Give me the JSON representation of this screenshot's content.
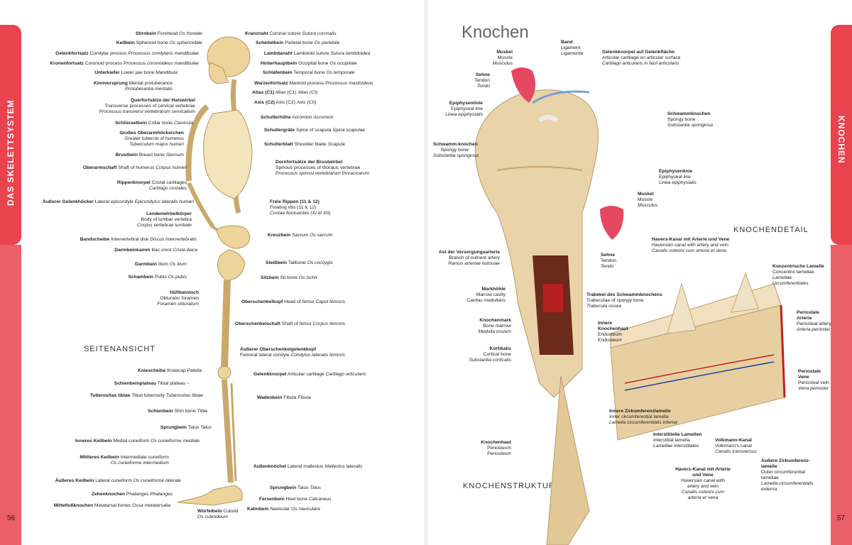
{
  "left_tab": "DAS SKELETTSYSTEM",
  "right_tab": "KNOCHEN",
  "page_left": "56",
  "page_right": "57",
  "heading": "Knochen",
  "seitenansicht": "SEITENANSICHT",
  "knochenstruktur": "KNOCHENSTRUKTUR",
  "knochendetail": "KNOCHENDETAIL",
  "skeleton_left": [
    {
      "b": "Stirnbein",
      "t": "Forehead",
      "i": "Os frontale"
    },
    {
      "b": "Keilbein",
      "t": "Sphenoid bone",
      "i": "Os sphenoidale"
    },
    {
      "b": "Gelenkfortsatz",
      "t": "Condylar process",
      "i": "Processus condylaris mandibulae"
    },
    {
      "b": "Kronenfortsatz",
      "t": "Coronoid process",
      "i": "Processus coronoideus mandibulae"
    },
    {
      "b": "Unterkiefer",
      "t": "Lower jaw bone",
      "i": "Mandibula"
    },
    {
      "b": "Kinnvorsprung",
      "t": "Mental protuberance",
      "i2": "Protuberantia mentalis"
    },
    {
      "b": "Querfortsätze der Halswirbel",
      "t2": "Transverse processes of cervical vertebrae",
      "i2": "Processus transversi vertebrarum cervicalium"
    },
    {
      "b": "Schlüsselbein",
      "t": "Collar bone",
      "i": "Clavicula"
    },
    {
      "b": "Großes Oberarmhöckerchen",
      "t2": "Greater tubercle of humerus",
      "i2": "Tuberculum majus humeri"
    },
    {
      "b": "Brustbein",
      "t": "Breast bone",
      "i": "Sternum"
    },
    {
      "b": "Oberarmschaft",
      "t": "Shaft of humerus",
      "i": "Corpus humeri"
    },
    {
      "b": "Rippenknorpel",
      "t": "Costal cartilages",
      "i2": "Cartilago costales"
    },
    {
      "b": "Äußerer Gelenkhöcker",
      "t": "Lateral epicondyle",
      "i": "Epicondylus lateralis humeri"
    },
    {
      "b": "Lendenwirbelkörper",
      "t2": "Body of lumbar vertebra",
      "i2": "Corpus vertebrae lumbale"
    },
    {
      "b": "Bandscheibe",
      "t": "Intervertebral disk",
      "i": "Discus intervertebralis"
    },
    {
      "b": "Darmbeinkamm",
      "t": "Iliac crest",
      "i": "Crista iliaca"
    },
    {
      "b": "Darmbein",
      "t": "Ilium",
      "i": "Os ilium"
    },
    {
      "b": "Schambein",
      "t": "Pubis",
      "i": "Os pubis"
    },
    {
      "b": "Hüftbeinloch",
      "t2": "Obturator foramen",
      "i2": "Foramen obturatum"
    },
    {
      "b": "Kniescheibe",
      "t": "Kneecap",
      "i": "Patella"
    },
    {
      "b": "Schienbeinplateau",
      "t": "Tibial plateau",
      "i": "~"
    },
    {
      "b": "Tuberositas tibiae",
      "t": "Tibial tuberosity",
      "i": "Tuberositas tibiae"
    },
    {
      "b": "Schienbein",
      "t": "Shin bone",
      "i": "Tibia"
    },
    {
      "b": "Sprungbein",
      "t": "Talus",
      "i": "Talus"
    },
    {
      "b": "Inneres Keilbein",
      "t": "Medial cuneiform",
      "i": "Os cuneiforme mediale"
    },
    {
      "b": "Mittleres Keilbein",
      "t": "Intermediate cuneiform",
      "i2": "Os cuneiforme intermedium"
    },
    {
      "b": "Äußeres Keilbein",
      "t": "Lateral cuneiform",
      "i": "Os cuneiforme laterale"
    },
    {
      "b": "Zehenknochen",
      "t": "Phalanges",
      "i": "Phalanges"
    },
    {
      "b": "Mittelfußknochen",
      "t": "Metatarsal bones",
      "i": "Ossa metatarsalia"
    }
  ],
  "skeleton_right": [
    {
      "b": "Kranznaht",
      "t": "Coronal suture",
      "i": "Sutura coronalis"
    },
    {
      "b": "Scheitelbein",
      "t": "Parietal bone",
      "i": "Os parietale"
    },
    {
      "b": "Lambdanaht",
      "t": "Lambdoid suture",
      "i": "Sutura lambdoidea"
    },
    {
      "b": "Hinterhauptbein",
      "t": "Occipital bone",
      "i": "Os occipitale"
    },
    {
      "b": "Schläfenbein",
      "t": "Temporal bone",
      "i": "Os temporale"
    },
    {
      "b": "Warzenfortsatz",
      "t": "Mastoid process",
      "i": "Processus mastoideus"
    },
    {
      "b": "Atlas (C1)",
      "t": "Atlas (C1)",
      "i": "Atlas (CI)"
    },
    {
      "b": "Axis (C2)",
      "t": "Axis (C2)",
      "i": "Axis (CII)"
    },
    {
      "b": "Schulterhöhe",
      "t": "Acromion",
      "i": "Acromion"
    },
    {
      "b": "Schultergräte",
      "t": "Spine of scapula",
      "i": "Spina scapulae"
    },
    {
      "b": "Schulterblatt",
      "t": "Shoulder blade",
      "i": "Scapula"
    },
    {
      "b": "Dornfortsätze der Brustwirbel",
      "t2": "Spinous processes of thoracic vertebrae",
      "i2": "Processus spinosi vertebrarum thoracicarum"
    },
    {
      "b": "Freie Rippen (11 & 12)",
      "t2": "Floating ribs (11 & 12)",
      "i2": "Costae fluctuantes (XI et XII)"
    },
    {
      "b": "Kreuzbein",
      "t": "Sacrum",
      "i": "Os sacrum"
    },
    {
      "b": "Steißbein",
      "t": "Tailbone",
      "i": "Os coccygis"
    },
    {
      "b": "Sitzbein",
      "t": "Sit bone",
      "i": "Os ischii"
    },
    {
      "b": "Oberschenkelkopf",
      "t": "Head of femur",
      "i": "Caput femoris"
    },
    {
      "b": "Oberschenkelschaft",
      "t": "Shaft of femur",
      "i": "Corpus femoris"
    },
    {
      "b": "Äußerer Oberschenkelgelenkkopf",
      "t2": "Femoral lateral condyle",
      "i": "Condylus lateralis femoris"
    },
    {
      "b": "Gelenkknorpel",
      "t": "Articular cartilage",
      "i": "Cartilago articularis"
    },
    {
      "b": "Wadenbein",
      "t": "Fibula",
      "i": "Fibula"
    },
    {
      "b": "Außenknöchel",
      "t": "Lateral malleolus",
      "i": "Malleolus lateralis"
    },
    {
      "b": "Sprungbein",
      "t": "Talus",
      "i": "Talus"
    },
    {
      "b": "Fersenbein",
      "t": "Heel bone",
      "i": "Calcaneus"
    },
    {
      "b": "Kahnbein",
      "t": "Navicular",
      "i": "Os naviculare"
    },
    {
      "b": "Würfelbein",
      "t": "Cuboid",
      "i2": "Os cuboideum"
    }
  ],
  "bone_labels": [
    {
      "b": "Muskel",
      "t": "Muscle",
      "i": "Musculus"
    },
    {
      "b": "Band",
      "t": "Ligament",
      "i": "Ligamenta"
    },
    {
      "b": "Gelenkknorpel auf Gelenkfläche",
      "t": "Articular cartilage on articular surface",
      "i": "Cartilago articularis in facii articularis"
    },
    {
      "b": "Sehne",
      "t": "Tendon",
      "i": "Tendo"
    },
    {
      "b": "Epiphysenlinie",
      "t": "Epiphyseal line",
      "i": "Linea epiphysialis"
    },
    {
      "b": "Schwammknochen",
      "t": "Spongy bone",
      "i": "Substantia spongiosa"
    },
    {
      "b": "Schwamm-knochen",
      "t": "Spongy bone",
      "i": "Substantia spongiosa"
    },
    {
      "b": "Epiphysenlinie",
      "t": "Epiphyseal line",
      "i": "Linea epiphysialis"
    },
    {
      "b": "Muskel",
      "t": "Muscle",
      "i": "Musculus"
    },
    {
      "b": "Ast der Versorgungsarterie",
      "t": "Branch of nutrient artery",
      "i": "Ramus arteriae nutriciae"
    },
    {
      "b": "Sehne",
      "t": "Tendon",
      "i": "Tendo"
    },
    {
      "b": "Havers-Kanal mit Arterie und Vene",
      "t": "Haversian canal with artery and vein",
      "i": "Canalis osteoni cum arteria et vena"
    },
    {
      "b": "Konzentrische Lamelle",
      "t": "Concentric lamellae",
      "i": "Lamellae circumferentiales"
    },
    {
      "b": "Markhöhle",
      "t": "Marrow cavity",
      "i": "Cavitas medullaris"
    },
    {
      "b": "Trabekel des Schwammknochens",
      "t": "Trabeculae of spongy bone",
      "i": "Trabecula ossea"
    },
    {
      "b": "Periostale Arterie",
      "t": "Periosteal artery",
      "i": "Arteria periostei"
    },
    {
      "b": "Knochenmark",
      "t": "Bone marrow",
      "i": "Medulla ossium"
    },
    {
      "b": "Innere Knochenhaut",
      "t": "Endosteum",
      "i": "Endosteum"
    },
    {
      "b": "Kortikalis",
      "t": "Cortical bone",
      "i": "Substantia corticalis"
    },
    {
      "b": "Periostale Vene",
      "t": "Periosteal vein",
      "i": "Vena periostei"
    },
    {
      "b": "Innere Zirkumferenzlamelle",
      "t": "Inner circumferential lamella",
      "i": "Lamella circumferentialis interna"
    },
    {
      "b": "Knochenhaut",
      "t": "Periosteum",
      "i": "Periosteum"
    },
    {
      "b": "Interstitielle Lamellen",
      "t": "Interstitial lamella",
      "i": "Lamellae interstitiales"
    },
    {
      "b": "Volkmann-Kanal",
      "t": "Volkmann's canal",
      "i": "Canalis transversus"
    },
    {
      "b": "Havers-Kanal mit Arterie und Vene",
      "t": "Haversian canal with artery and vein",
      "i": "Canalis osteoni cum arteria et vena"
    },
    {
      "b": "Äußere Zirkumferenz-lamelle",
      "t": "Outer circumferential lamellae",
      "i": "Lamella circumferentialis externa"
    }
  ]
}
